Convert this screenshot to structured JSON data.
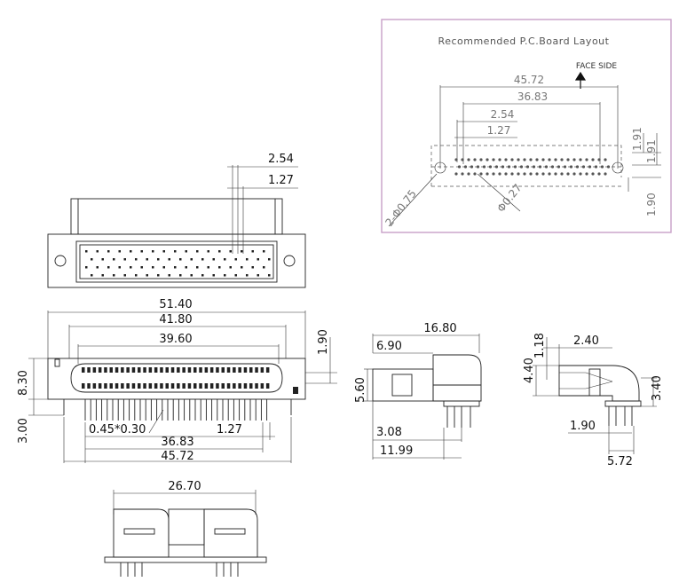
{
  "pcb": {
    "title": "Recommended P.C.Board Layout",
    "face_side": "FACE SIDE",
    "dims": {
      "d1": "45.72",
      "d2": "36.83",
      "d3": "2.54",
      "d4": "1.27",
      "d5": "1.91",
      "d6": "1.91",
      "d7": "1.90",
      "hole_big": "2-Φ0.75",
      "hole_small": "Φ0.27"
    },
    "colors": {
      "frame": "#c8a0c8"
    }
  },
  "top_view": {
    "d_pitch2": "2.54",
    "d_pitch1": "1.27"
  },
  "front_view": {
    "d_w1": "51.40",
    "d_w2": "41.80",
    "d_w3": "39.60",
    "d_h1": "1.90",
    "d_h2": "8.30",
    "d_h3": "3.00",
    "d_pin": "0.45*0.30",
    "d_b1": "36.83",
    "d_b2": "1.27",
    "d_b3": "45.72"
  },
  "side_view_1": {
    "d_w": "16.80",
    "d_a": "6.90",
    "d_h": "5.60",
    "d_b1": "3.08",
    "d_b2": "11.99"
  },
  "side_view_2": {
    "d_a": "2.40",
    "d_b": "1.18",
    "d_c": "4.40",
    "d_d": "3.40",
    "d_e": "1.90",
    "d_f": "5.72"
  },
  "bottom_view": {
    "d_w": "26.70"
  }
}
